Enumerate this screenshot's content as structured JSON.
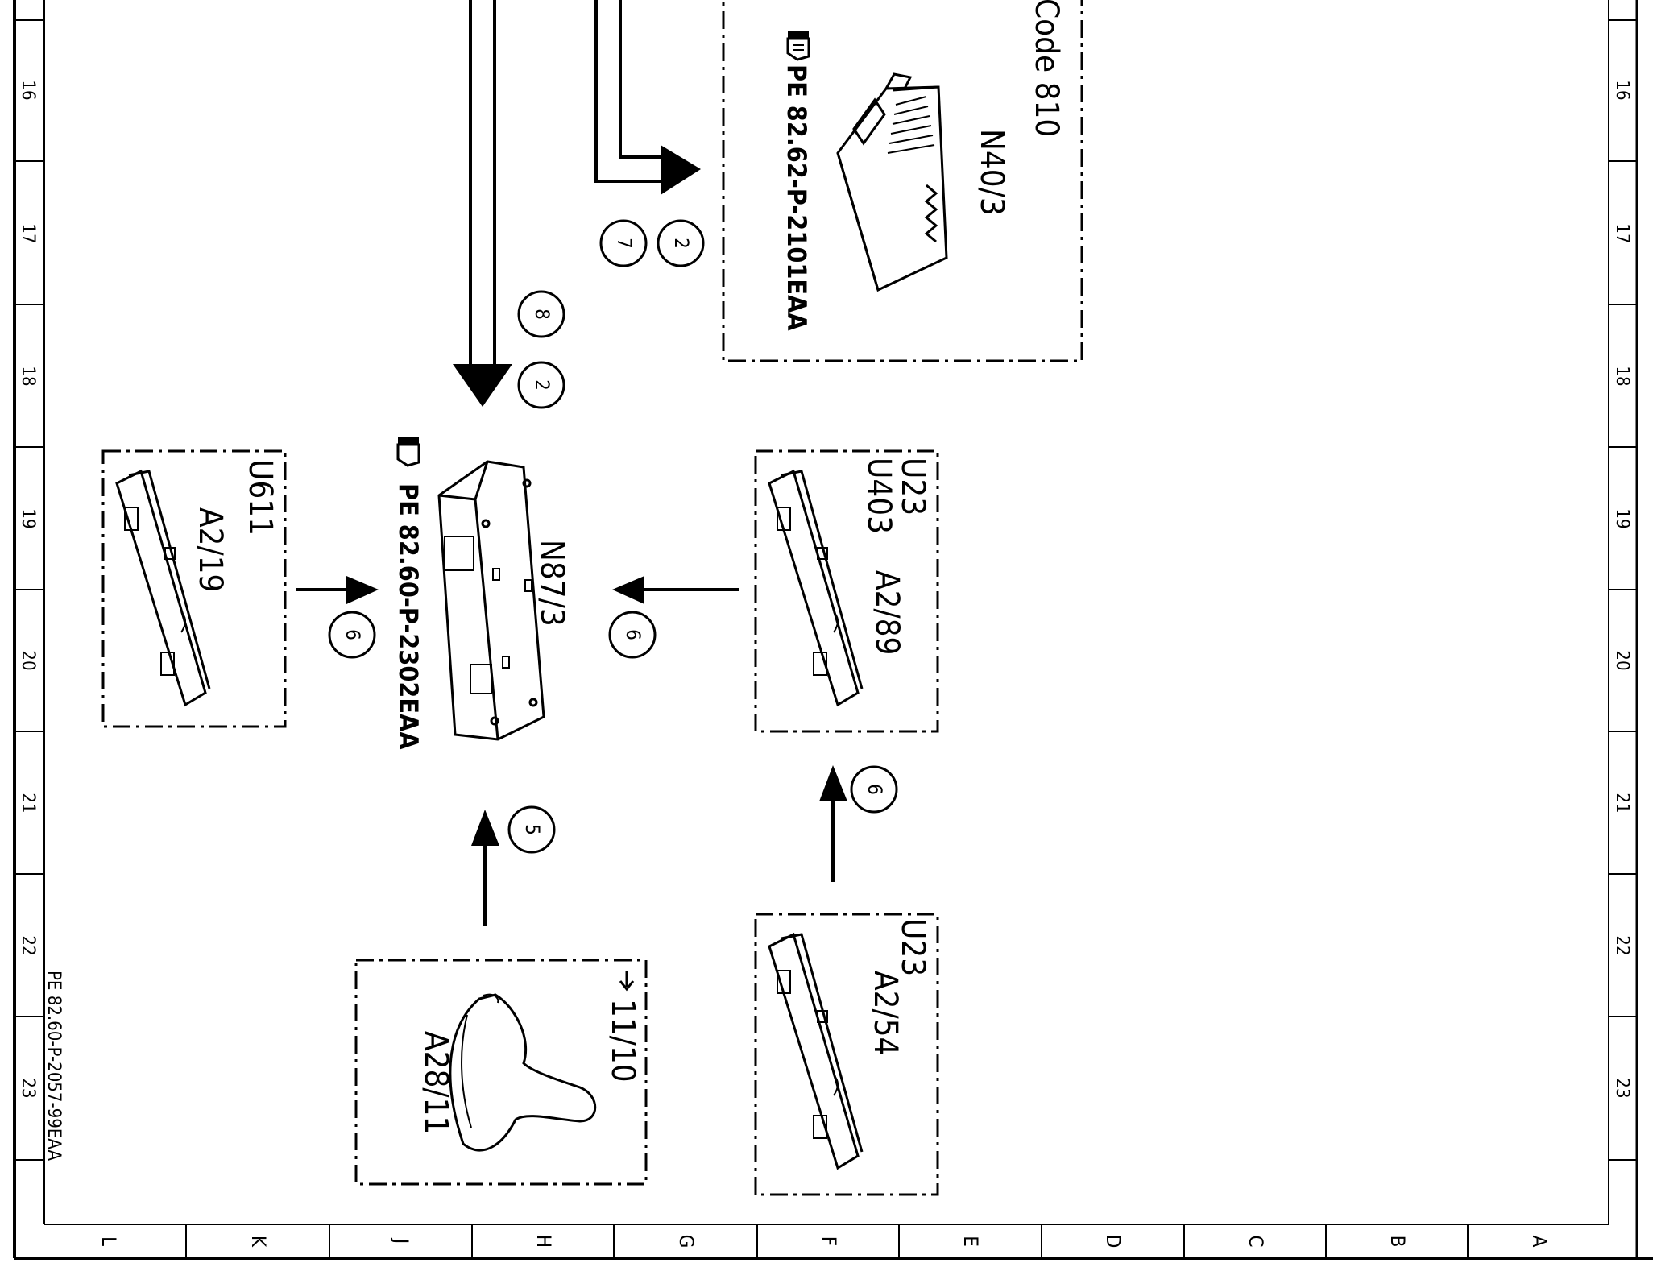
{
  "title_fragment": "Code  810",
  "columns": [
    "16",
    "17",
    "18",
    "19",
    "20",
    "21",
    "22",
    "23"
  ],
  "rows": [
    "L",
    "K",
    "J",
    "H",
    "G",
    "F",
    "E",
    "D",
    "C",
    "B",
    "A"
  ],
  "footer_ref": "PE 82.60-P-2057-99EAA",
  "components": {
    "n40_3": {
      "label": "N40/3",
      "ref": "PE 82.62-P-2101EAA"
    },
    "n87_3": {
      "label": "N87/3",
      "ref": "PE 82.60-P-2302EAA"
    },
    "a2_19": {
      "label": "A2/19",
      "code": "U611"
    },
    "a2_89": {
      "label": "A2/89",
      "code1": "U23",
      "code2": "U403"
    },
    "a2_54": {
      "label": "A2/54",
      "code": "U23"
    },
    "a28_11": {
      "label": "A28/11",
      "ref": "11/10"
    }
  },
  "connections": {
    "to_n40_3": [
      "2",
      "7"
    ],
    "to_n87_3_top": [
      "8",
      "2"
    ],
    "from_a2_19": "6",
    "from_a2_89": "6",
    "from_a28_11": "5",
    "from_a2_54": "6"
  }
}
